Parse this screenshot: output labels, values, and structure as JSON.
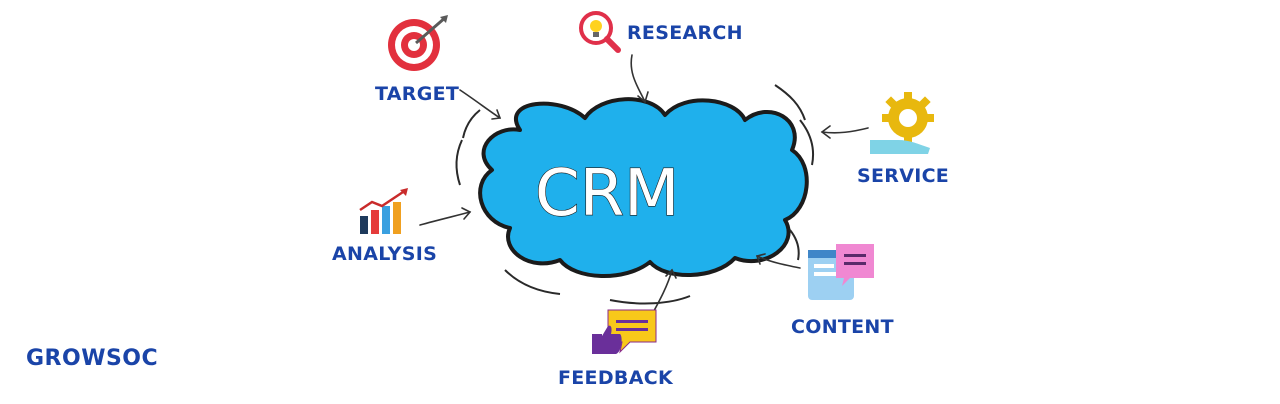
{
  "center": {
    "text": "CRM"
  },
  "nodes": {
    "research": "RESEARCH",
    "target": "TARGET",
    "service": "SERVICE",
    "analysis": "ANALYSIS",
    "content": "CONTENT",
    "feedback": "FEEDBACK"
  },
  "brand": "GROWSOC",
  "colors": {
    "cloud": "#1fb0ec",
    "label": "#1a44a8",
    "outline": "#1b1b1b"
  },
  "icons": {
    "research": "magnifier-lightbulb-icon",
    "target": "target-arrow-icon",
    "service": "gear-hand-icon",
    "analysis": "bar-chart-rising-icon",
    "content": "web-page-chat-icon",
    "feedback": "thumbs-up-speech-icon"
  }
}
